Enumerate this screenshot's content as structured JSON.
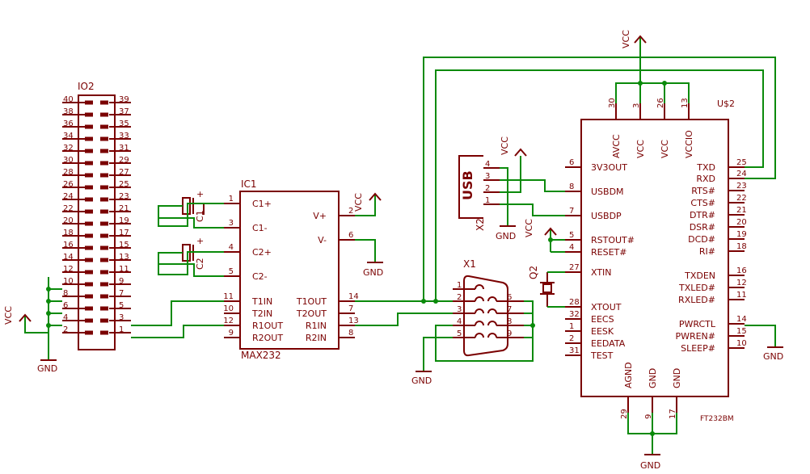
{
  "io2": {
    "name": "IO2",
    "left_pins": [
      "40",
      "38",
      "36",
      "34",
      "32",
      "30",
      "28",
      "26",
      "24",
      "22",
      "20",
      "18",
      "16",
      "14",
      "12",
      "10",
      "8",
      "6",
      "4",
      "2"
    ],
    "right_pins": [
      "39",
      "37",
      "35",
      "33",
      "31",
      "29",
      "27",
      "25",
      "23",
      "21",
      "19",
      "17",
      "15",
      "13",
      "11",
      "9",
      "7",
      "5",
      "3",
      "1"
    ]
  },
  "ic1": {
    "name": "IC1",
    "value": "MAX232",
    "left": [
      {
        "num": "1",
        "name": "C1+"
      },
      {
        "num": "3",
        "name": "C1-"
      },
      {
        "num": "4",
        "name": "C2+"
      },
      {
        "num": "5",
        "name": "C2-"
      },
      {
        "num": "11",
        "name": "T1IN"
      },
      {
        "num": "10",
        "name": "T2IN"
      },
      {
        "num": "12",
        "name": "R1OUT"
      },
      {
        "num": "9",
        "name": "R2OUT"
      }
    ],
    "right": [
      {
        "num": "2",
        "name": "V+"
      },
      {
        "num": "6",
        "name": "V-"
      },
      {
        "num": "14",
        "name": "T1OUT"
      },
      {
        "num": "7",
        "name": "T2OUT"
      },
      {
        "num": "13",
        "name": "R1IN"
      },
      {
        "num": "8",
        "name": "R2IN"
      }
    ]
  },
  "c1": {
    "name": "C1"
  },
  "c2": {
    "name": "C2"
  },
  "x1": {
    "name": "X1",
    "left_pins": [
      "1",
      "2",
      "3",
      "4",
      "5"
    ],
    "right_pins": [
      "6",
      "7",
      "8",
      "9"
    ]
  },
  "x2": {
    "name": "X2",
    "label": "USB",
    "pins": [
      "4",
      "3",
      "2",
      "1"
    ]
  },
  "u2": {
    "name": "U$2",
    "value": "FT232BM",
    "top": [
      {
        "num": "30",
        "name": "AVCC"
      },
      {
        "num": "3",
        "name": "VCC"
      },
      {
        "num": "26",
        "name": "VCC"
      },
      {
        "num": "13",
        "name": "VCCIO"
      }
    ],
    "left": [
      {
        "num": "6",
        "name": "3V3OUT"
      },
      {
        "num": "8",
        "name": "USBDM"
      },
      {
        "num": "7",
        "name": "USBDP"
      },
      {
        "num": "5",
        "name": "RSTOUT#"
      },
      {
        "num": "4",
        "name": "RESET#"
      },
      {
        "num": "27",
        "name": "XTIN"
      },
      {
        "num": "28",
        "name": "XTOUT"
      },
      {
        "num": "32",
        "name": "EECS"
      },
      {
        "num": "1",
        "name": "EESK"
      },
      {
        "num": "2",
        "name": "EEDATA"
      },
      {
        "num": "31",
        "name": "TEST"
      }
    ],
    "right": [
      {
        "num": "25",
        "name": "TXD"
      },
      {
        "num": "24",
        "name": "RXD"
      },
      {
        "num": "23",
        "name": "RTS#"
      },
      {
        "num": "22",
        "name": "CTS#"
      },
      {
        "num": "21",
        "name": "DTR#"
      },
      {
        "num": "20",
        "name": "DSR#"
      },
      {
        "num": "19",
        "name": "DCD#"
      },
      {
        "num": "18",
        "name": "RI#"
      },
      {
        "num": "16",
        "name": "TXDEN"
      },
      {
        "num": "12",
        "name": "TXLED#"
      },
      {
        "num": "11",
        "name": "RXLED#"
      },
      {
        "num": "14",
        "name": "PWRCTL"
      },
      {
        "num": "15",
        "name": "PWREN#"
      },
      {
        "num": "10",
        "name": "SLEEP#"
      }
    ],
    "bottom": [
      {
        "num": "29",
        "name": "AGND"
      },
      {
        "num": "9",
        "name": "GND"
      },
      {
        "num": "17",
        "name": "GND"
      }
    ]
  },
  "q2": {
    "name": "Q2"
  },
  "power": {
    "vcc": "VCC",
    "gnd": "GND"
  },
  "colors": {
    "part": "#7a0000",
    "wire": "#0a8a0a",
    "background": "#ffffff"
  }
}
